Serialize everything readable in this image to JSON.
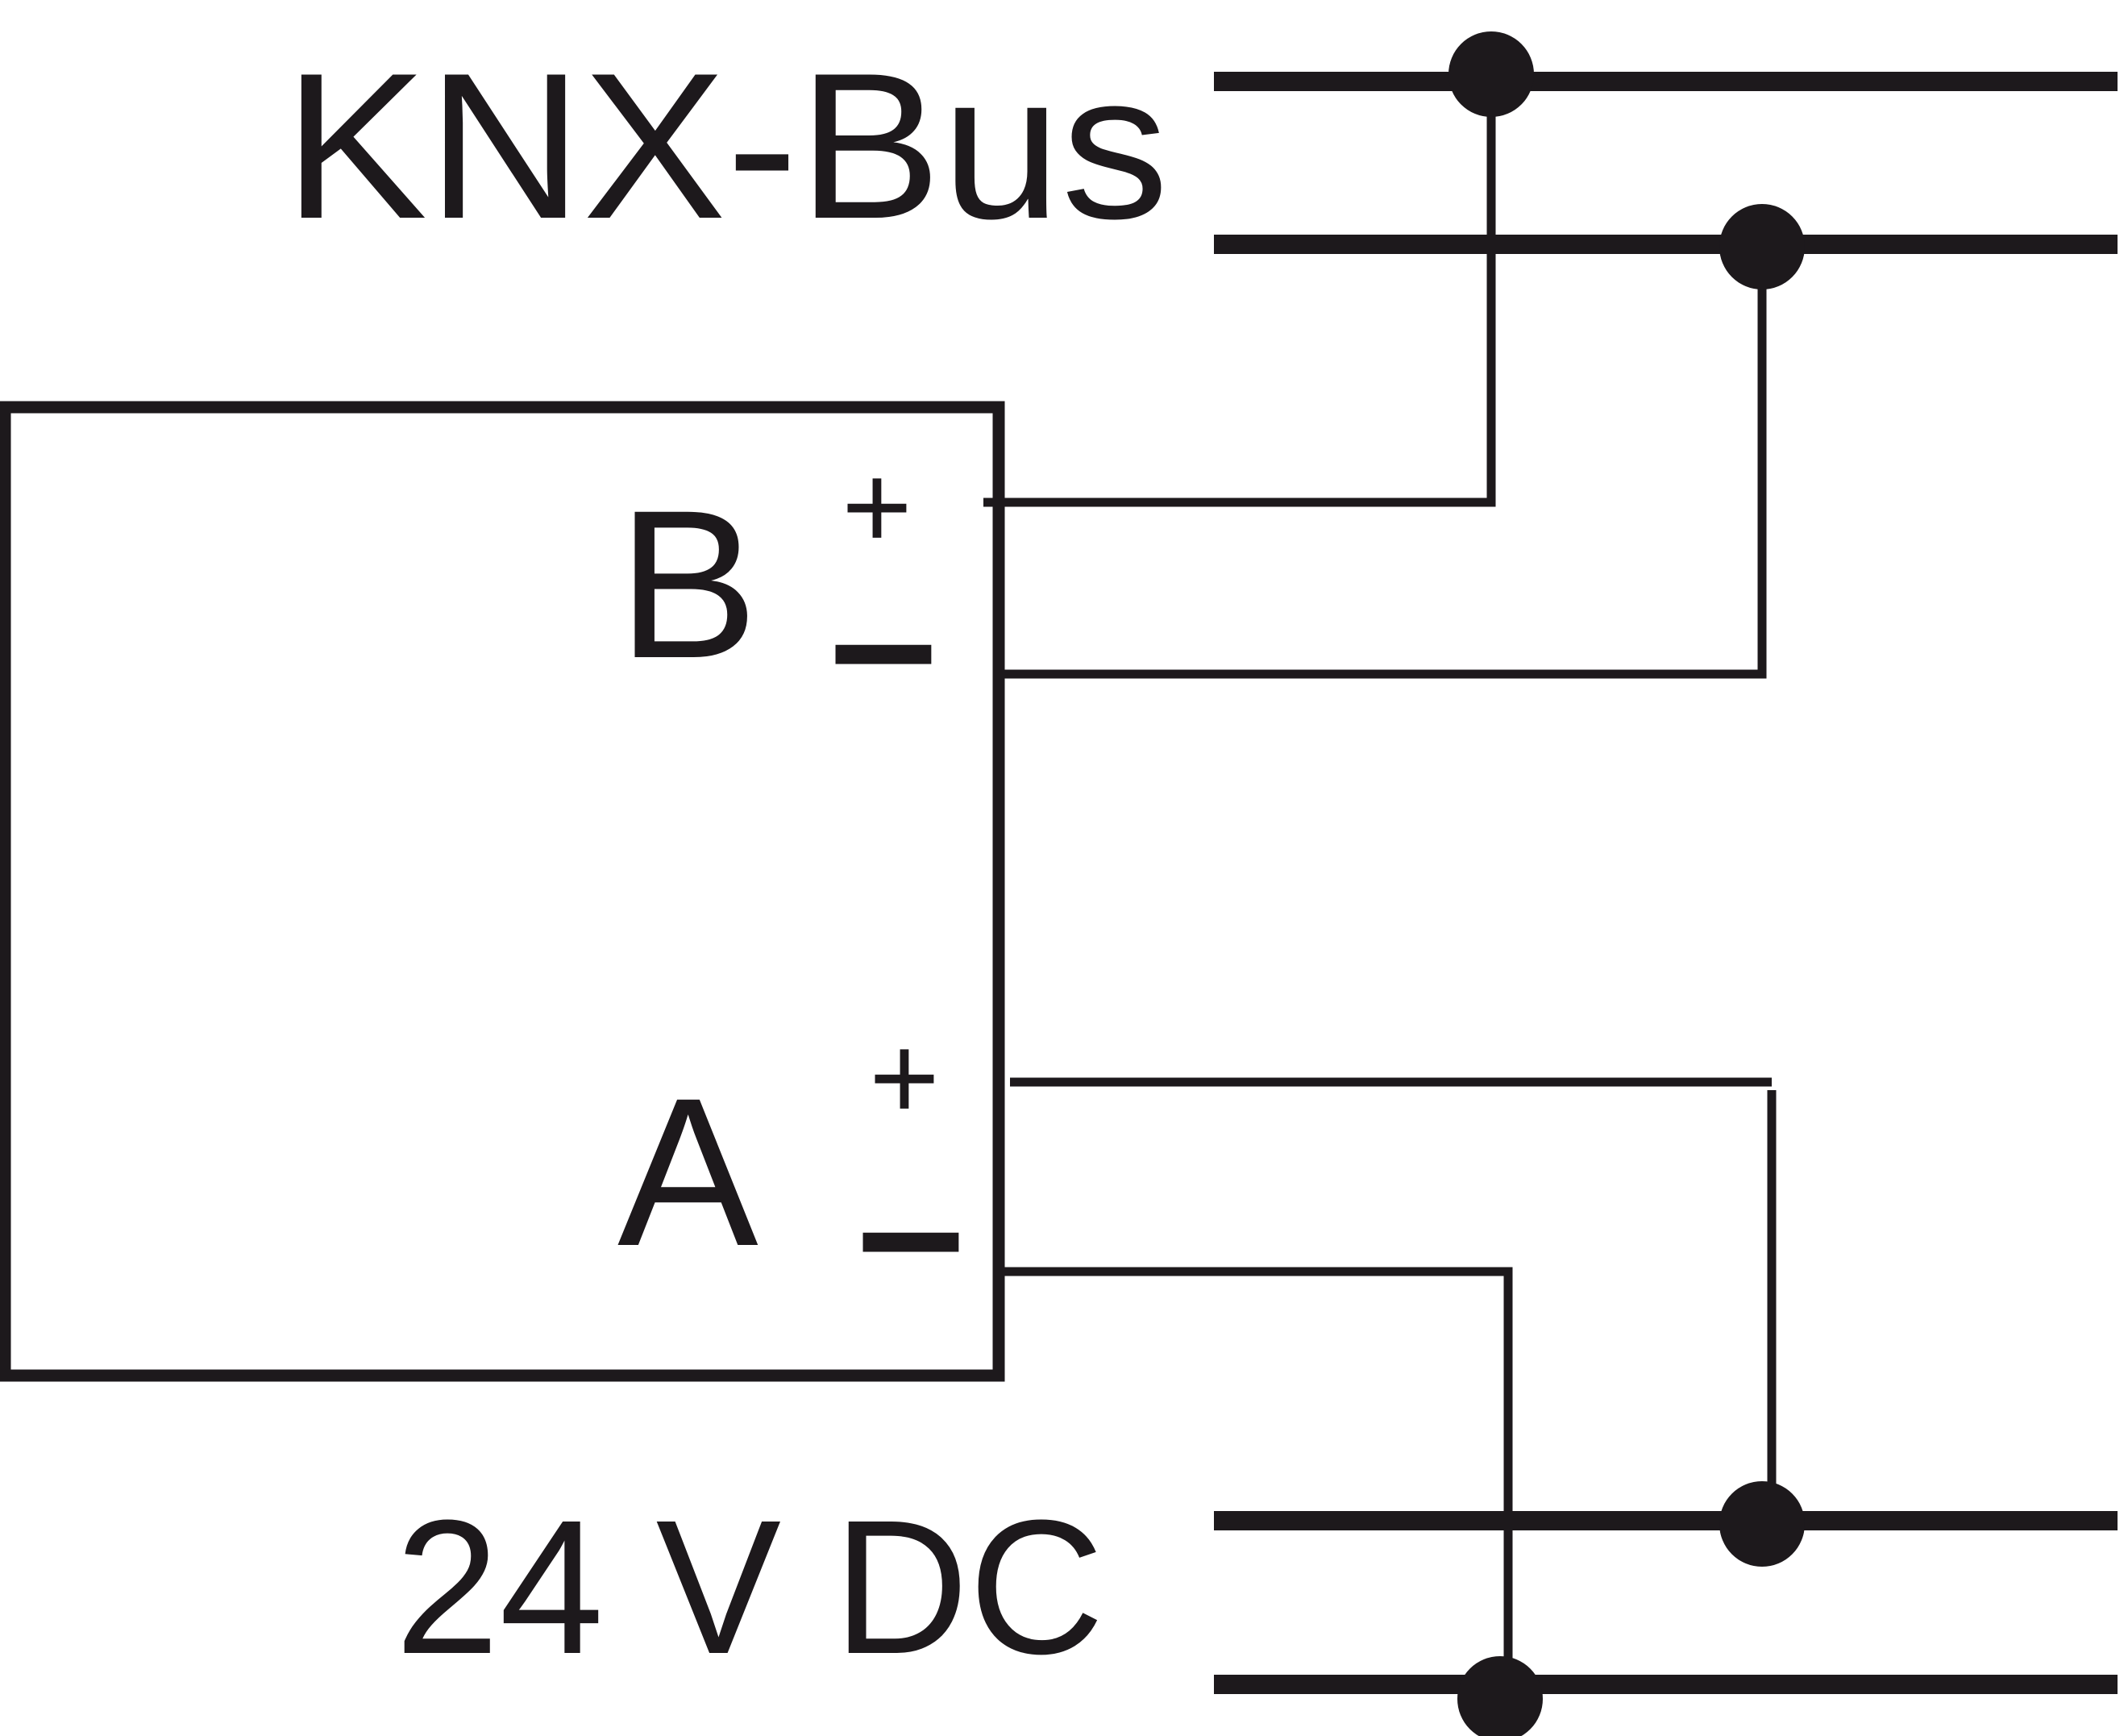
{
  "colors": {
    "ink": "#1d191c",
    "background": "#ffffff"
  },
  "labels": {
    "bus_title": "KNX-Bus",
    "supply_title": "24 V DC",
    "port_b": "B",
    "port_a": "A",
    "plus": "+",
    "minus": "–"
  }
}
